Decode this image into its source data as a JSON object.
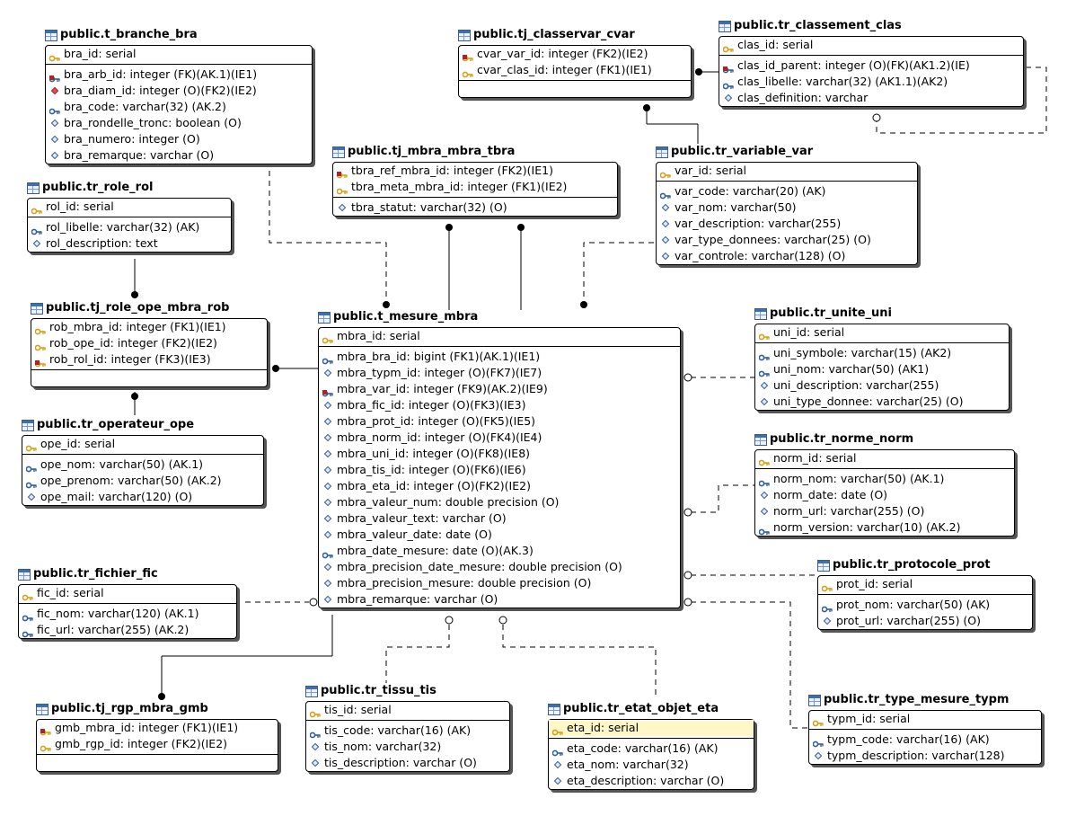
{
  "tables": [
    {
      "id": "branche",
      "title": "public.t_branche_bra",
      "pk": [
        {
          "text": "bra_id: serial",
          "icon": "pk"
        }
      ],
      "cols": [
        {
          "text": "bra_arb_id: integer (FK)(AK.1)(IE1)",
          "icon": "fk-ak"
        },
        {
          "text": "bra_diam_id: integer (O)(FK2)(IE2)",
          "icon": "fk"
        },
        {
          "text": "bra_code: varchar(32) (AK.2)",
          "icon": "ak"
        },
        {
          "text": "bra_rondelle_tronc: boolean (O)",
          "icon": "attr"
        },
        {
          "text": "bra_numero: integer (O)",
          "icon": "attr"
        },
        {
          "text": "bra_remarque: varchar (O)",
          "icon": "attr"
        }
      ]
    },
    {
      "id": "role",
      "title": "public.tr_role_rol",
      "pk": [
        {
          "text": "rol_id: serial",
          "icon": "pk"
        }
      ],
      "cols": [
        {
          "text": "rol_libelle: varchar(32) (AK)",
          "icon": "ak"
        },
        {
          "text": "rol_description: text",
          "icon": "attr"
        }
      ]
    },
    {
      "id": "rob",
      "title": "public.tj_role_ope_mbra_rob",
      "pk": [
        {
          "text": "rob_mbra_id: integer (FK1)(IE1)",
          "icon": "pk"
        },
        {
          "text": "rob_ope_id: integer (FK2)(IE2)",
          "icon": "pk"
        },
        {
          "text": "rob_rol_id: integer (FK3)(IE3)",
          "icon": "pkfk"
        }
      ],
      "cols": []
    },
    {
      "id": "operateur",
      "title": "public.tr_operateur_ope",
      "pk": [
        {
          "text": "ope_id: serial",
          "icon": "pk"
        }
      ],
      "cols": [
        {
          "text": "ope_nom: varchar(50) (AK.1)",
          "icon": "ak"
        },
        {
          "text": "ope_prenom: varchar(50) (AK.2)",
          "icon": "ak"
        },
        {
          "text": "ope_mail: varchar(120) (O)",
          "icon": "attr"
        }
      ]
    },
    {
      "id": "fichier",
      "title": "public.tr_fichier_fic",
      "pk": [
        {
          "text": "fic_id: serial",
          "icon": "pk"
        }
      ],
      "cols": [
        {
          "text": "fic_nom: varchar(120) (AK.1)",
          "icon": "ak"
        },
        {
          "text": "fic_url: varchar(255) (AK.2)",
          "icon": "ak"
        }
      ]
    },
    {
      "id": "gmb",
      "title": "public.tj_rgp_mbra_gmb",
      "pk": [
        {
          "text": "gmb_mbra_id: integer (FK1)(IE1)",
          "icon": "pkfk"
        },
        {
          "text": "gmb_rgp_id: integer (FK2)(IE2)",
          "icon": "pk"
        }
      ],
      "cols": []
    },
    {
      "id": "tbra",
      "title": "public.tj_mbra_mbra_tbra",
      "pk": [
        {
          "text": "tbra_ref_mbra_id: integer (FK2)(IE1)",
          "icon": "pkfk"
        },
        {
          "text": "tbra_meta_mbra_id: integer (FK1)(IE2)",
          "icon": "pk"
        }
      ],
      "cols": [
        {
          "text": "tbra_statut: varchar(32) (O)",
          "icon": "attr"
        }
      ]
    },
    {
      "id": "mesure",
      "title": "public.t_mesure_mbra",
      "pk": [
        {
          "text": "mbra_id: serial",
          "icon": "pk"
        }
      ],
      "cols": [
        {
          "text": "mbra_bra_id: bigint (FK1)(AK.1)(IE1)",
          "icon": "ak"
        },
        {
          "text": "mbra_typm_id: integer (O)(FK7)(IE7)",
          "icon": "attr"
        },
        {
          "text": "mbra_var_id: integer (FK9)(AK.2)(IE9)",
          "icon": "fk-ak"
        },
        {
          "text": "mbra_fic_id: integer (O)(FK3)(IE3)",
          "icon": "attr"
        },
        {
          "text": "mbra_prot_id: integer (O)(FK5)(IE5)",
          "icon": "attr"
        },
        {
          "text": "mbra_norm_id: integer (O)(FK4)(IE4)",
          "icon": "attr"
        },
        {
          "text": "mbra_uni_id: integer (O)(FK8)(IE8)",
          "icon": "attr"
        },
        {
          "text": "mbra_tis_id: integer (O)(FK6)(IE6)",
          "icon": "attr"
        },
        {
          "text": "mbra_eta_id: integer (O)(FK2)(IE2)",
          "icon": "attr"
        },
        {
          "text": "mbra_valeur_num: double precision (O)",
          "icon": "attr"
        },
        {
          "text": "mbra_valeur_text: varchar (O)",
          "icon": "attr"
        },
        {
          "text": "mbra_valeur_date: date (O)",
          "icon": "attr"
        },
        {
          "text": "mbra_date_mesure: date (O)(AK.3)",
          "icon": "ak"
        },
        {
          "text": "mbra_precision_date_mesure: double precision (O)",
          "icon": "attr"
        },
        {
          "text": "mbra_precision_mesure: double precision (O)",
          "icon": "attr"
        },
        {
          "text": "mbra_remarque: varchar (O)",
          "icon": "attr"
        }
      ]
    },
    {
      "id": "tissu",
      "title": "public.tr_tissu_tis",
      "pk": [
        {
          "text": "tis_id: serial",
          "icon": "pk"
        }
      ],
      "cols": [
        {
          "text": "tis_code: varchar(16) (AK)",
          "icon": "ak"
        },
        {
          "text": "tis_nom: varchar(32)",
          "icon": "attr"
        },
        {
          "text": "tis_description: varchar (O)",
          "icon": "attr"
        }
      ]
    },
    {
      "id": "etat",
      "title": "public.tr_etat_objet_eta",
      "pk": [
        {
          "text": "eta_id: serial",
          "icon": "pk",
          "highlight": true
        }
      ],
      "cols": [
        {
          "text": "eta_code: varchar(16) (AK)",
          "icon": "ak"
        },
        {
          "text": "eta_nom: varchar(32)",
          "icon": "attr"
        },
        {
          "text": "eta_description: varchar (O)",
          "icon": "attr"
        }
      ]
    },
    {
      "id": "cvar",
      "title": "public.tj_classervar_cvar",
      "pk": [
        {
          "text": "cvar_var_id: integer (FK2)(IE2)",
          "icon": "pkfk"
        },
        {
          "text": "cvar_clas_id: integer (FK1)(IE1)",
          "icon": "pk"
        }
      ],
      "cols": []
    },
    {
      "id": "classement",
      "title": "public.tr_classement_clas",
      "pk": [
        {
          "text": "clas_id: serial",
          "icon": "pk"
        }
      ],
      "cols": [
        {
          "text": "clas_id_parent: integer (O)(FK)(AK1.2)(IE)",
          "icon": "fk-ak"
        },
        {
          "text": "clas_libelle: varchar(32) (AK1.1)(AK2)",
          "icon": "ak"
        },
        {
          "text": "clas_definition: varchar",
          "icon": "attr"
        }
      ]
    },
    {
      "id": "variable",
      "title": "public.tr_variable_var",
      "pk": [
        {
          "text": "var_id: serial",
          "icon": "pk"
        }
      ],
      "cols": [
        {
          "text": "var_code: varchar(20) (AK)",
          "icon": "ak"
        },
        {
          "text": "var_nom: varchar(50)",
          "icon": "attr"
        },
        {
          "text": "var_description: varchar(255)",
          "icon": "attr"
        },
        {
          "text": "var_type_donnees: varchar(25) (O)",
          "icon": "attr"
        },
        {
          "text": "var_controle: varchar(128) (O)",
          "icon": "attr"
        }
      ]
    },
    {
      "id": "unite",
      "title": "public.tr_unite_uni",
      "pk": [
        {
          "text": "uni_id: serial",
          "icon": "pk"
        }
      ],
      "cols": [
        {
          "text": "uni_symbole: varchar(15) (AK2)",
          "icon": "ak"
        },
        {
          "text": "uni_nom: varchar(50) (AK1)",
          "icon": "ak"
        },
        {
          "text": "uni_description: varchar(255)",
          "icon": "attr"
        },
        {
          "text": "uni_type_donnee: varchar(25) (O)",
          "icon": "attr"
        }
      ]
    },
    {
      "id": "norme",
      "title": "public.tr_norme_norm",
      "pk": [
        {
          "text": "norm_id: serial",
          "icon": "pk"
        }
      ],
      "cols": [
        {
          "text": "norm_nom: varchar(50) (AK.1)",
          "icon": "ak"
        },
        {
          "text": "norm_date: date (O)",
          "icon": "attr"
        },
        {
          "text": "norm_url: varchar(255) (O)",
          "icon": "attr"
        },
        {
          "text": "norm_version: varchar(10) (AK.2)",
          "icon": "ak"
        }
      ]
    },
    {
      "id": "protocole",
      "title": "public.tr_protocole_prot",
      "pk": [
        {
          "text": "prot_id: serial",
          "icon": "pk"
        }
      ],
      "cols": [
        {
          "text": "prot_nom: varchar(50) (AK)",
          "icon": "ak"
        },
        {
          "text": "prot_url: varchar(255) (O)",
          "icon": "attr"
        }
      ]
    },
    {
      "id": "typemesure",
      "title": "public.tr_type_mesure_typm",
      "pk": [
        {
          "text": "typm_id: serial",
          "icon": "pk"
        }
      ],
      "cols": [
        {
          "text": "typm_code: varchar(16) (AK)",
          "icon": "ak"
        },
        {
          "text": "typm_description: varchar(128)",
          "icon": "attr"
        }
      ]
    }
  ],
  "colors": {
    "key": "#d4a017",
    "ak": "#2f5f9f",
    "fk": "#b22222",
    "attr": "#2f5f9f",
    "highlight": "#fff7c8",
    "line": "#000000"
  }
}
